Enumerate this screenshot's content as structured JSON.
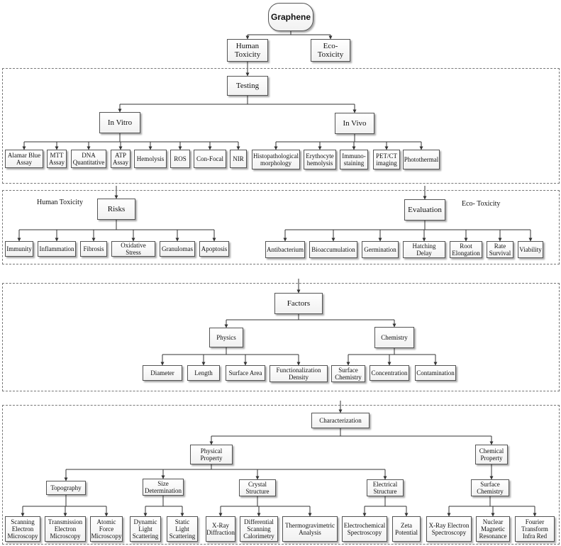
{
  "root": {
    "label": "Graphene",
    "children": [
      {
        "label": "Human\nToxicity"
      },
      {
        "label": "Eco-\nToxicity"
      }
    ]
  },
  "testing": {
    "label": "Testing",
    "groups": [
      {
        "label": "In Vitro",
        "items": [
          "Alamar Blue\nAssay",
          "MTT\nAssay",
          "DNA\nQuantitative",
          "ATP\nAssay",
          "Hemolysis",
          "ROS",
          "Con-Focal",
          "NIR"
        ]
      },
      {
        "label": "In Vivo",
        "items": [
          "Histopathological\nmorphology",
          "Erythocyte\nhemolysis",
          "Immuno-\nstaining",
          "PET/CT\nimaging",
          "Photothermal"
        ]
      }
    ]
  },
  "risks": {
    "title": "Human Toxicity",
    "label": "Risks",
    "items": [
      "Immunity",
      "Inflammation",
      "Fibrosis",
      "Oxidative Stress",
      "Granulomas",
      "Apoptosis"
    ]
  },
  "evaluation": {
    "title": "Eco- Toxicity",
    "label": "Evaluation",
    "items": [
      "Antibacterium",
      "Bioaccumulation",
      "Germination",
      "Hatching Delay",
      "Root\nElongation",
      "Rate\nSurvival",
      "Viability"
    ]
  },
  "factors": {
    "label": "Factors",
    "groups": [
      {
        "label": "Physics",
        "items": [
          "Diameter",
          "Length",
          "Surface Area",
          "Functionalization\nDensity"
        ]
      },
      {
        "label": "Chemistry",
        "items": [
          "Surface\nChemistry",
          "Concentration",
          "Contamination"
        ]
      }
    ]
  },
  "characterization": {
    "label": "Characterization",
    "physical": {
      "label": "Physical\nProperty",
      "groups": [
        {
          "label": "Topography",
          "items": [
            "Scanning\nElectron\nMicroscopy",
            "Transmission\nElectron\nMicroscopy",
            "Atomic\nForce\nMicroscopy"
          ]
        },
        {
          "label": "Size\nDetermination",
          "items": [
            "Dynamic\nLight\nScattering",
            "Static\nLight\nScattering"
          ]
        },
        {
          "label": "Crystal\nStructure",
          "items": [
            "X-Ray\nDiffraction",
            "Differential\nScanning\nCalorimetry",
            "Thermogravimetric\nAnalysis"
          ]
        },
        {
          "label": "Electrical\nStructure",
          "items": [
            "Electrochemical\nSpectroscopy",
            "Zeta\nPotential"
          ]
        }
      ]
    },
    "chemical": {
      "label": "Chemical\nProperty",
      "groups": [
        {
          "label": "Surface\nChemistry",
          "items": [
            "X-Ray Electron\nSpectroscopy",
            "Nuclear\nMagnetic\nResonance",
            "Fourier\nTransform\nInfra Red"
          ]
        }
      ]
    }
  }
}
